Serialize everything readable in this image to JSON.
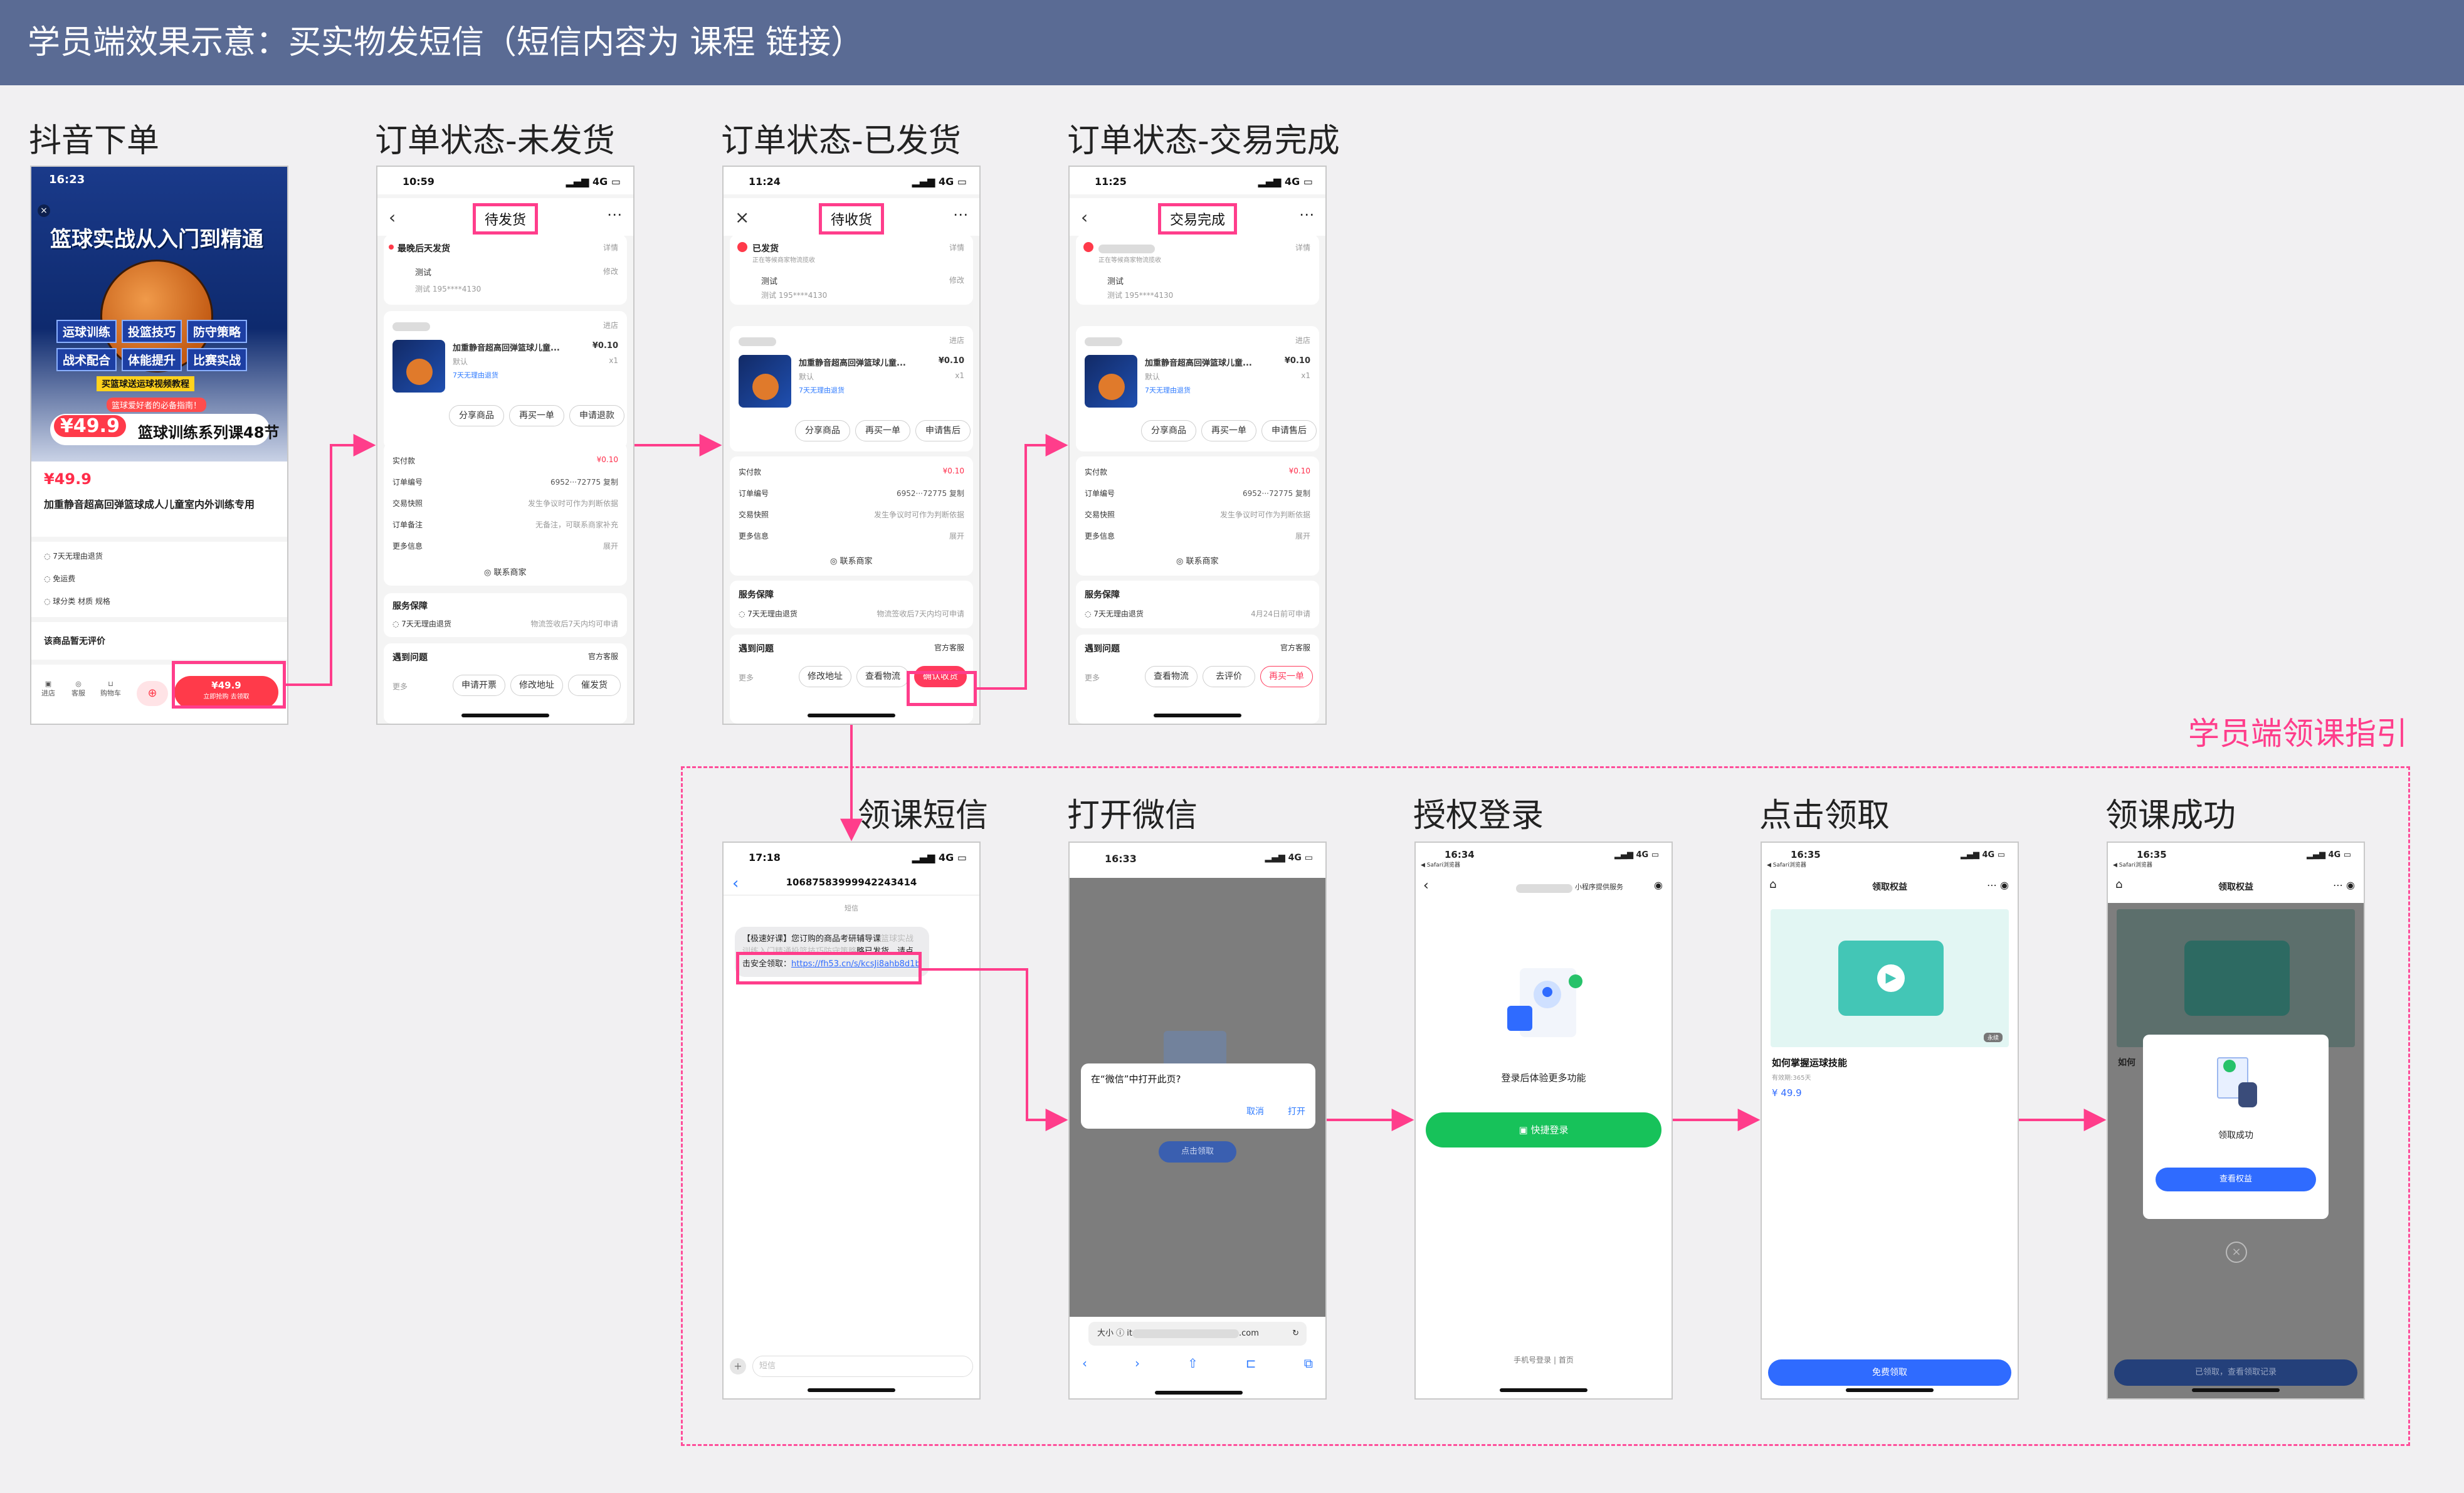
{
  "header": {
    "title": "学员端效果示意：买实物发短信（短信内容为 课程 链接）"
  },
  "steps": {
    "s1": "抖音下单",
    "s2": "订单状态-未发货",
    "s3": "订单状态-已发货",
    "s4": "订单状态-交易完成",
    "s5": "领课短信",
    "s6": "打开微信",
    "s7": "授权登录",
    "s8": "点击领取",
    "s9": "领课成功"
  },
  "guide_label": "学员端领课指引",
  "p1": {
    "time": "16:23",
    "banner_title": "篮球实战从入门到精通",
    "tags": [
      "运球训练",
      "投篮技巧",
      "防守策略",
      "战术配合",
      "体能提升",
      "比赛实战"
    ],
    "gift": "买篮球送运球视频教程",
    "sub": "篮球爱好者的必备指南！",
    "promo_price": "¥49.9",
    "promo_text": "篮球训练系列课48节",
    "price": "¥49.9",
    "title": "加重静音超高回弹篮球成人儿童室内外训练专用",
    "row1": "7天无理由退货",
    "row2": "免运费",
    "row3": "球分类  材质  规格",
    "review": "该商品暂无评价",
    "buy_price": "¥49.9",
    "buy_sub": "立即抢购  去领取",
    "btm": [
      "进店",
      "客服",
      "购物车"
    ]
  },
  "p2": {
    "time": "10:59",
    "title": "待发货",
    "addr_head": "最晚后天发货",
    "addr_r": "详情",
    "name": "测试",
    "modify": "修改",
    "phone": "测试 195****4130",
    "store": "进店",
    "prod": "加重静音超高回弹篮球儿童...",
    "pprice": "¥0.10",
    "spec": "默认",
    "qty": "x1",
    "tag": "7天无理由退货",
    "b1": "分享商品",
    "b2": "再买一单",
    "b3": "申请退款",
    "f1": "实付款",
    "v1": "¥0.10",
    "f2": "订单编号",
    "v2": "6952···72775  复制",
    "f3": "交易快照",
    "v3": "发生争议时可作为判断依据",
    "f4": "订单备注",
    "v4": "无备注，可联系商家补充",
    "f5": "更多信息",
    "v5": "展开",
    "contact": "联系商家",
    "svc": "服务保障",
    "svc1": "7天无理由退货",
    "svc1r": "物流签收后7天内均可申请",
    "q": "遇到问题",
    "qr": "官方客服",
    "more": "更多",
    "a1": "申请开票",
    "a2": "修改地址",
    "a3": "催发货"
  },
  "p3": {
    "time": "11:24",
    "title": "待收货",
    "addr_head": "已发货",
    "addr_sub": "正在等候商家物流揽收",
    "addr_r": "详情",
    "name": "测试",
    "modify": "修改",
    "phone": "测试 195****4130",
    "store": "进店",
    "prod": "加重静音超高回弹篮球儿童...",
    "pprice": "¥0.10",
    "spec": "默认",
    "qty": "x1",
    "tag": "7天无理由退货",
    "b1": "分享商品",
    "b2": "再买一单",
    "b3": "申请售后",
    "f1": "实付款",
    "v1": "¥0.10",
    "f2": "订单编号",
    "v2": "6952···72775  复制",
    "f3": "交易快照",
    "v3": "发生争议时可作为判断依据",
    "f4": "更多信息",
    "v4": "展开",
    "contact": "联系商家",
    "svc": "服务保障",
    "svc1": "7天无理由退货",
    "svc1r": "物流签收后7天内均可申请",
    "q": "遇到问题",
    "qr": "官方客服",
    "more": "更多",
    "a1": "修改地址",
    "a2": "查看物流",
    "a3": "确认收货"
  },
  "p4": {
    "time": "11:25",
    "title": "交易完成",
    "addr_r": "详情",
    "addr_sub": "正在等候商家物流揽收",
    "name": "测试",
    "phone": "测试 195****4130",
    "store": "进店",
    "prod": "加重静音超高回弹篮球儿童...",
    "pprice": "¥0.10",
    "spec": "默认",
    "qty": "x1",
    "tag": "7天无理由退货",
    "b1": "分享商品",
    "b2": "再买一单",
    "b3": "申请售后",
    "f1": "实付款",
    "v1": "¥0.10",
    "f2": "订单编号",
    "v2": "6952···72775  复制",
    "f3": "交易快照",
    "v3": "发生争议时可作为判断依据",
    "f4": "更多信息",
    "v4": "展开",
    "contact": "联系商家",
    "svc": "服务保障",
    "svc1": "7天无理由退货",
    "svc1r": "4月24日前可申请",
    "q": "遇到问题",
    "qr": "官方客服",
    "more": "更多",
    "a1": "查看物流",
    "a2": "去评价",
    "a3": "再买一单"
  },
  "p5": {
    "time": "17:18",
    "sender": "10687583999942243414",
    "meta": "短信",
    "sms_pre": "【极速好课】您订购的商品考研辅导课",
    "sms_course": "篮球实战训练入门精通投篮技巧防守策略",
    "sms_mid": "略已发货，请点击安全领取：",
    "sms_link": "https://fh53.cn/s/kcsJi8ahb8d1b",
    "input_ph": "短信"
  },
  "p6": {
    "time": "16:33",
    "dialog": "在“微信”中打开此页?",
    "cancel": "取消",
    "open": "打开",
    "mini_btn": "点击领取",
    "url_pre": "大小",
    "url_suffix": ".com"
  },
  "p7": {
    "time": "16:34",
    "back_app": "◀ Safari浏览器",
    "nav": "小程序提供服务",
    "msg": "登录后体验更多功能",
    "login": "快捷登录",
    "f1": "手机号登录",
    "f2": "首页"
  },
  "p8": {
    "time": "16:35",
    "back_app": "◀ Safari浏览器",
    "title": "领取权益",
    "badge": "永续",
    "course": "如何掌握运球技能",
    "valid": "有效期:365天",
    "price": "¥ 49.9",
    "btn": "免费领取"
  },
  "p9": {
    "time": "16:35",
    "back_app": "◀ Safari浏览器",
    "title": "领取权益",
    "modal_text": "领取成功",
    "modal_btn": "查看权益",
    "course_cut": "如何",
    "bottom": "已领取，查看领取记录"
  }
}
